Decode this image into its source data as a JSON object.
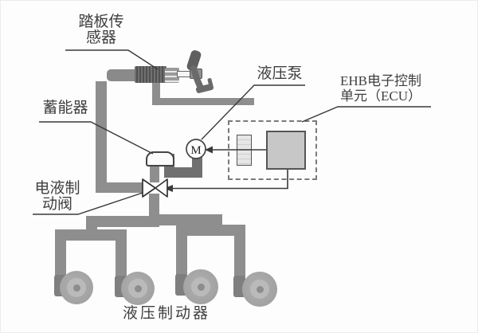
{
  "diagram": {
    "type": "EHB electro-hydraulic brake system schematic",
    "labels": {
      "pedal_sensor": {
        "line1": "踏板传",
        "line2": "感器"
      },
      "accumulator": "蓄能器",
      "pump": "液压泵",
      "ecu": {
        "line1": "EHB电子控制",
        "line2": "单元（ECU）"
      },
      "brake_valve": {
        "line1": "电液制",
        "line2": "动阀"
      },
      "wheel_brakes": "液压制动器",
      "motor": "M"
    },
    "colors": {
      "background": "#fdfdfd",
      "pipe": "#8e8e8e",
      "pump_pipe": "#707070",
      "dark_metal": "#5c5c5c",
      "ecu_fill": "#c7c7c7",
      "connector_fill": "#e6e6e6",
      "wheel_outer": "#a2a2a2",
      "wheel_inner": "#bababa",
      "line": "#3a3a3a",
      "text": "#3f3f3f"
    }
  }
}
